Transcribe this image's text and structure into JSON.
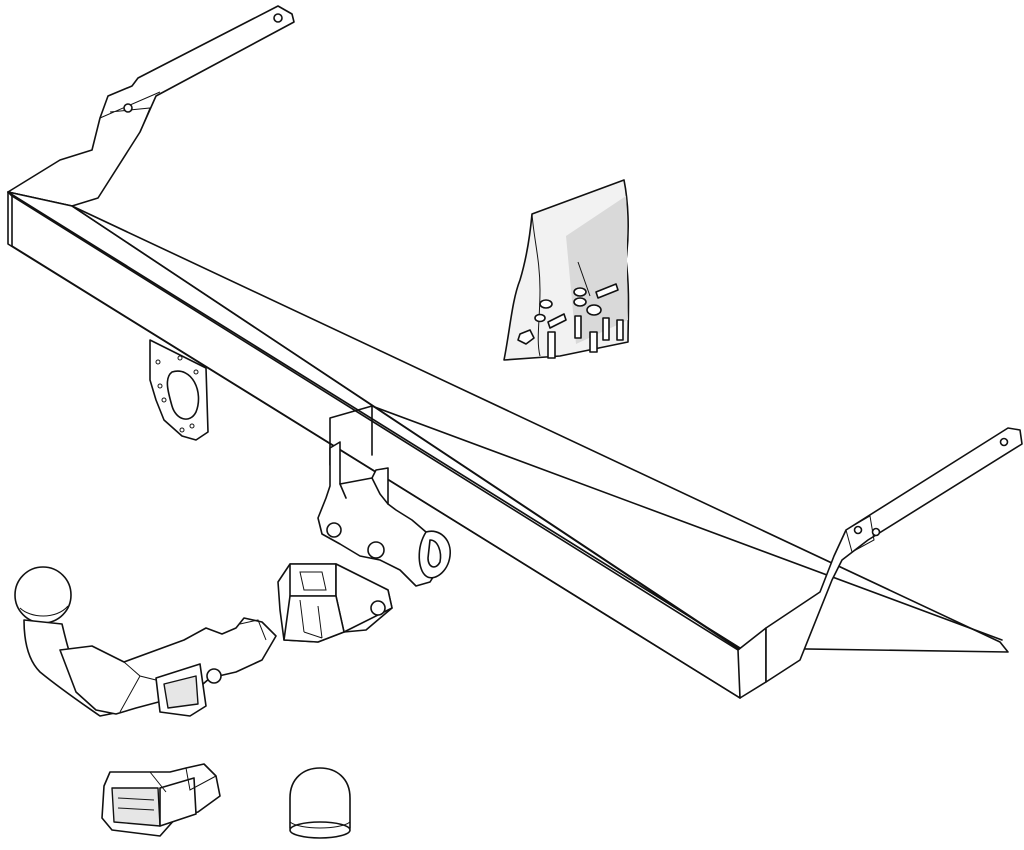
{
  "diagram": {
    "kind": "exploded-parts-view",
    "parts": [
      {
        "id": "crossbar",
        "icon": "tow-bar-crossbeam-icon"
      },
      {
        "id": "socket-plate",
        "icon": "socket-mounting-plate-icon"
      },
      {
        "id": "fixing-kit",
        "icon": "bolt-bag-icon"
      },
      {
        "id": "receiver-bracket",
        "icon": "receiver-bracket-icon"
      },
      {
        "id": "lock-block",
        "icon": "lock-block-icon"
      },
      {
        "id": "tow-ball",
        "icon": "tow-ball-neck-icon"
      },
      {
        "id": "clip",
        "icon": "retaining-clip-icon"
      },
      {
        "id": "ball-cap",
        "icon": "ball-cover-cap-icon"
      }
    ],
    "colors": {
      "line": "#111111",
      "fill": "#ffffff",
      "shade": "#e6e6e6"
    }
  }
}
